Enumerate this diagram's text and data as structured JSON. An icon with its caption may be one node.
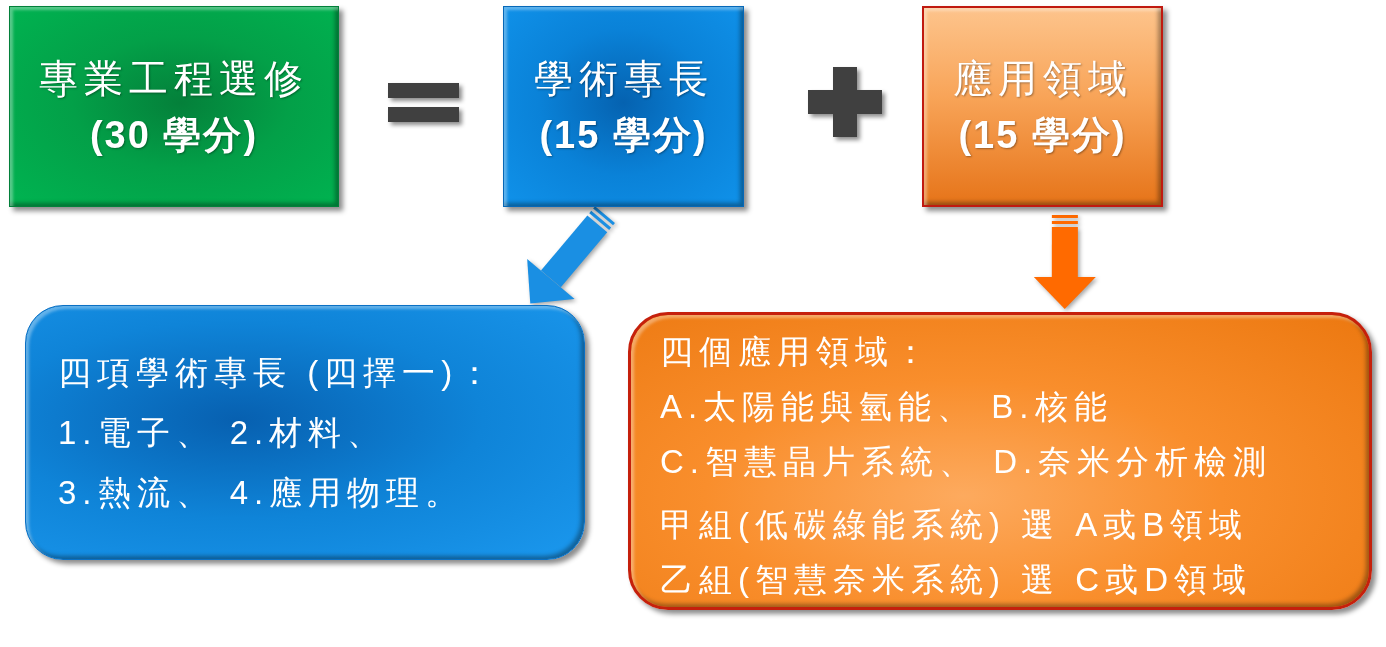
{
  "diagram": {
    "nodes": [
      {
        "text": [
          "專業工程選修",
          "(30 學分)"
        ]
      },
      {
        "text": [
          "學術專長",
          "(15 學分)"
        ]
      },
      {
        "text": [
          "應用領域",
          "(15 學分)"
        ]
      },
      {
        "text": [
          "四項學術專長 (四擇一)：",
          "1.電子、 2.材料、",
          "3.熱流、 4.應用物理。"
        ]
      },
      {
        "text": [
          "四個應用領域：",
          "A.太陽能與氫能、 B.核能",
          "C.智慧晶片系統、 D.奈米分析檢測",
          "甲組(低碳綠能系統) 選 A或B領域",
          "乙組(智慧奈米系統) 選 C或D領域"
        ]
      }
    ],
    "edges": [
      {
        "from": 1,
        "to": 3,
        "arrow": "to",
        "color": "#1a8fe3"
      },
      {
        "from": 2,
        "to": 4,
        "arrow": "to",
        "color": "#ff6a00"
      }
    ]
  }
}
